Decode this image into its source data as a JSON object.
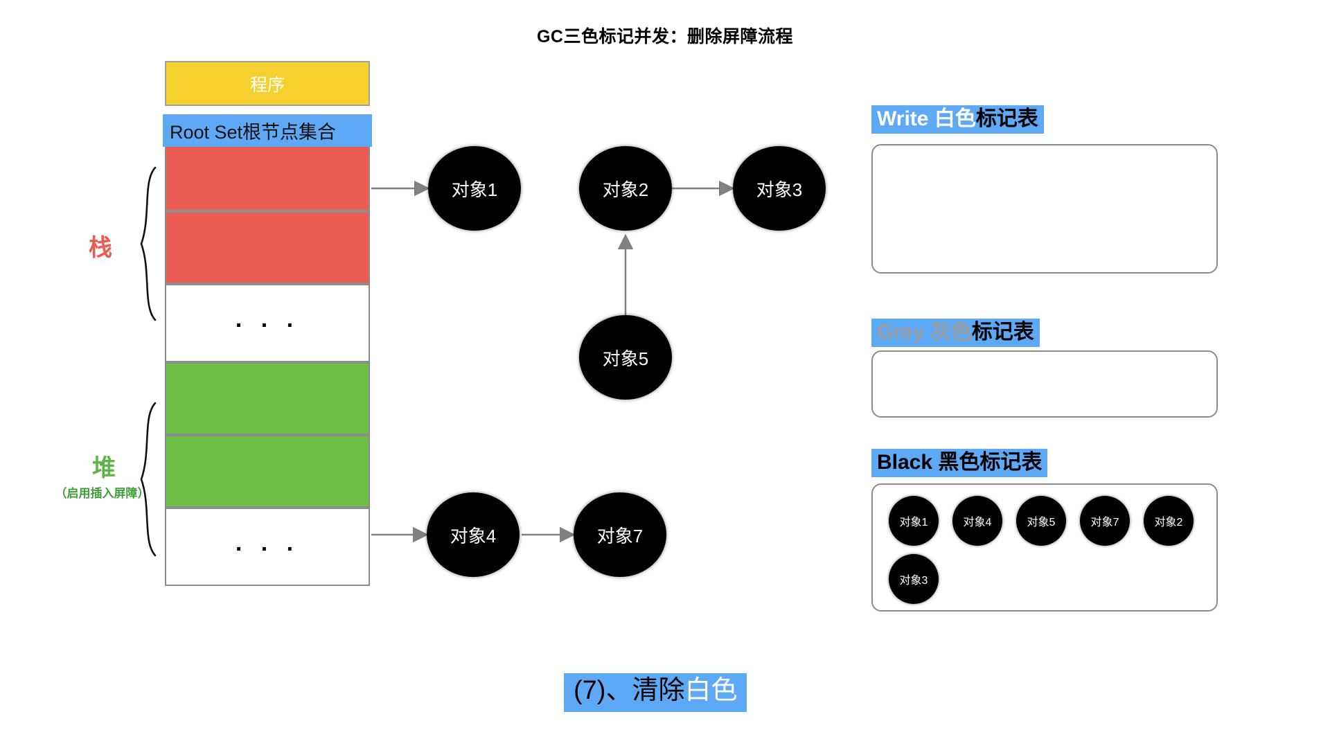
{
  "title": "GC三色标记并发：删除屏障流程",
  "memory": {
    "program_label": "程序",
    "rootset_label": "Root Set根节点集合",
    "ellipsis": ". . .",
    "ellipsis2": ". . .",
    "stack_label": "栈",
    "heap_label": "堆",
    "heap_sublabel": "（启用插入屏障）",
    "colors": {
      "program": "#F5D02E",
      "rootset": "#5EA9F5",
      "stack_cell": "#EA5B52",
      "heap_cell": "#6CBE45",
      "border": "#8c8c8c"
    }
  },
  "graph": {
    "nodes": [
      {
        "id": "obj1",
        "label": "对象1"
      },
      {
        "id": "obj2",
        "label": "对象2"
      },
      {
        "id": "obj3",
        "label": "对象3"
      },
      {
        "id": "obj5",
        "label": "对象5"
      },
      {
        "id": "obj4",
        "label": "对象4"
      },
      {
        "id": "obj7",
        "label": "对象7"
      }
    ],
    "edges": [
      {
        "from": "stack-cell-1",
        "to": "obj1"
      },
      {
        "from": "obj2",
        "to": "obj3"
      },
      {
        "from": "obj5",
        "to": "obj2"
      },
      {
        "from": "heap-cell-2",
        "to": "obj4"
      },
      {
        "from": "obj4",
        "to": "obj7"
      }
    ]
  },
  "tables": [
    {
      "id": "write",
      "head_en": "Write",
      "head_color_cn": "白色",
      "head_suffix": "标记表",
      "en_style": "white",
      "items": []
    },
    {
      "id": "grey",
      "head_en": "Grey",
      "head_color_cn": "灰色",
      "head_suffix": "标记表",
      "en_style": "grey",
      "items": []
    },
    {
      "id": "black",
      "head_en": "Black",
      "head_color_cn": "黑色",
      "head_suffix": "标记表",
      "en_style": "black",
      "items": [
        "对象1",
        "对象4",
        "对象5",
        "对象7",
        "对象2",
        "对象3"
      ]
    }
  ],
  "caption": {
    "prefix": "(7)、清除",
    "highlight": "白色"
  }
}
